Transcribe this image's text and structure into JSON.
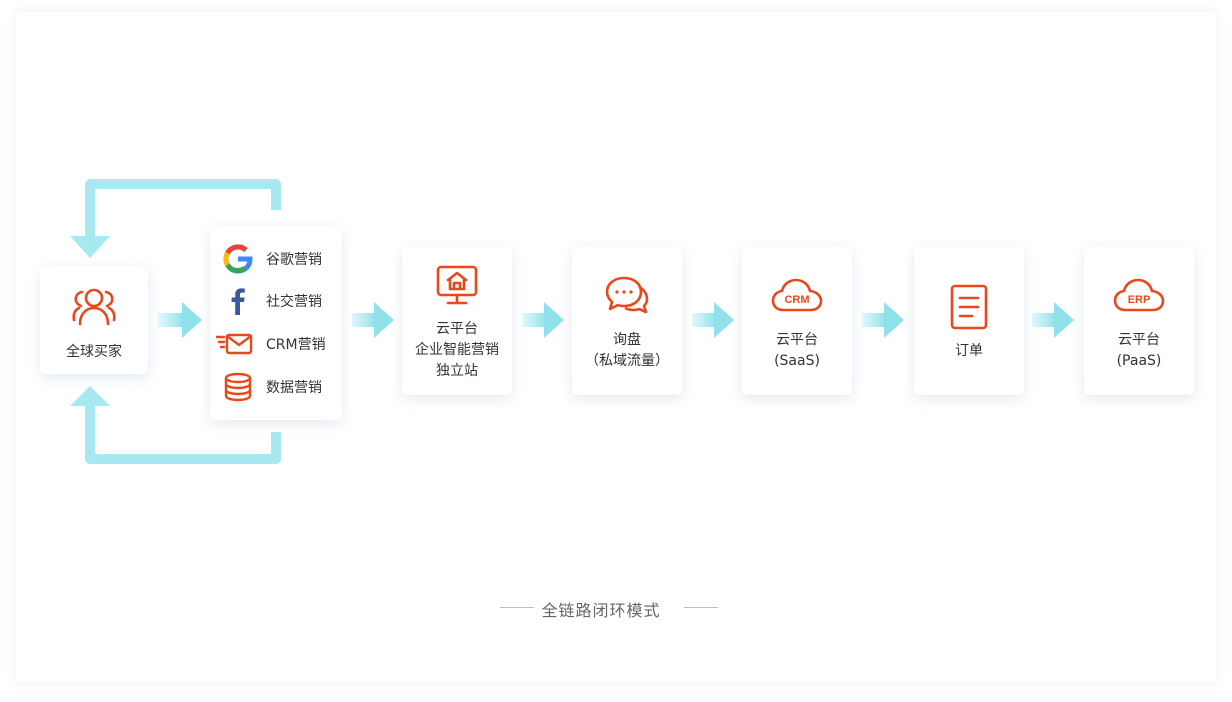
{
  "buyer": {
    "label": "全球买家",
    "icon": "users-icon"
  },
  "channels": [
    {
      "icon": "google-icon",
      "label": "谷歌营销"
    },
    {
      "icon": "facebook-icon",
      "label": "社交营销"
    },
    {
      "icon": "mail-icon",
      "label": "CRM营销"
    },
    {
      "icon": "database-icon",
      "label": "数据营销"
    }
  ],
  "steps": [
    {
      "icon": "store-monitor-icon",
      "lines": [
        "云平台",
        "企业智能营销",
        "独立站"
      ]
    },
    {
      "icon": "chat-bubbles-icon",
      "lines": [
        "询盘",
        "（私域流量）"
      ]
    },
    {
      "icon": "cloud-crm-icon",
      "badge": "CRM",
      "lines": [
        "云平台",
        "(SaaS)"
      ]
    },
    {
      "icon": "document-icon",
      "lines": [
        "订单"
      ]
    },
    {
      "icon": "cloud-erp-icon",
      "badge": "ERP",
      "lines": [
        "云平台",
        "(PaaS)"
      ]
    }
  ],
  "caption": "全链路闭环模式",
  "colors": {
    "accent": "#e8481c",
    "arrow": "#9fe6ee",
    "arrow_light": "#dff7fa",
    "text": "#333333",
    "google_blue": "#4285f4",
    "google_red": "#ea4335",
    "google_yellow": "#fbbc05",
    "google_green": "#34a853",
    "facebook_blue": "#3b5998"
  }
}
